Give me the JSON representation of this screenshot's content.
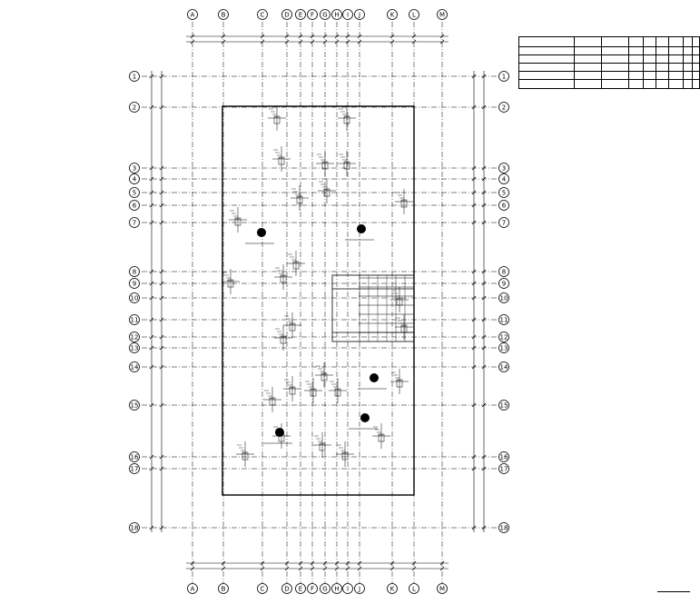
{
  "grid_columns": [
    "A",
    "B",
    "C",
    "D",
    "E",
    "F",
    "G",
    "H",
    "I",
    "J",
    "K",
    "L",
    "M"
  ],
  "grid_rows": [
    "1",
    "2",
    "3",
    "4",
    "5",
    "6",
    "7",
    "8",
    "9",
    "10",
    "11",
    "12",
    "13",
    "14",
    "15",
    "16",
    "17",
    "18"
  ],
  "legend_title": "",
  "sheet_caption": ""
}
